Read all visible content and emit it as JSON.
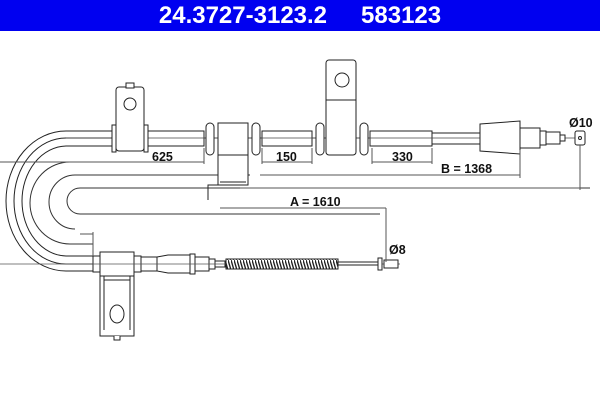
{
  "header": {
    "part_number": "24.3727-3123.2",
    "ref_number": "583123",
    "background_color": "#0000f0",
    "text_color": "#ffffff"
  },
  "diagram": {
    "type": "parking brake cable technical drawing",
    "dimensions": {
      "seg_625": "625",
      "seg_150": "150",
      "seg_330": "330",
      "length_b": "B = 1368",
      "length_a": "A = 1610",
      "dia_10": "Ø10",
      "dia_8": "Ø8"
    }
  }
}
